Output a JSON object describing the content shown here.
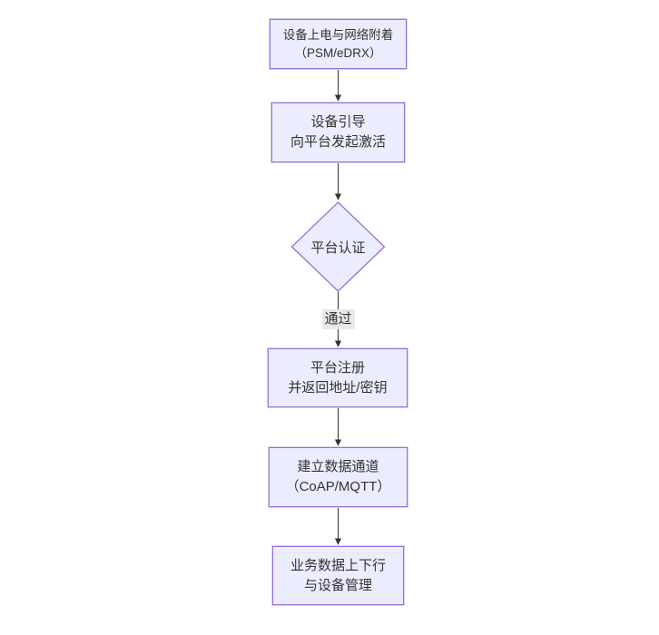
{
  "diagram": {
    "type": "flowchart",
    "direction": "top-down",
    "nodes": [
      {
        "id": "A",
        "shape": "rect",
        "lines": [
          "设备上电与网络附着",
          "（PSM/eDRX）"
        ]
      },
      {
        "id": "B",
        "shape": "rect",
        "lines": [
          "设备引导",
          "向平台发起激活"
        ]
      },
      {
        "id": "C",
        "shape": "diamond",
        "lines": [
          "平台认证"
        ]
      },
      {
        "id": "D",
        "shape": "rect",
        "lines": [
          "平台注册",
          "并返回地址/密钥"
        ]
      },
      {
        "id": "E",
        "shape": "rect",
        "lines": [
          "建立数据通道",
          "（CoAP/MQTT）"
        ]
      },
      {
        "id": "F",
        "shape": "rect",
        "lines": [
          "业务数据上下行",
          "与设备管理"
        ]
      }
    ],
    "edges": [
      {
        "from": "A",
        "to": "B",
        "label": ""
      },
      {
        "from": "B",
        "to": "C",
        "label": ""
      },
      {
        "from": "C",
        "to": "D",
        "label": "通过"
      },
      {
        "from": "D",
        "to": "E",
        "label": ""
      },
      {
        "from": "E",
        "to": "F",
        "label": ""
      }
    ],
    "colors": {
      "node_fill": "#ECECFF",
      "node_border": "#9370DB",
      "edge_line": "#333333",
      "arrowhead": "#333333",
      "text": "#333333",
      "edge_label_bg": "#E8E8E8",
      "background": "#FFFFFF"
    }
  }
}
